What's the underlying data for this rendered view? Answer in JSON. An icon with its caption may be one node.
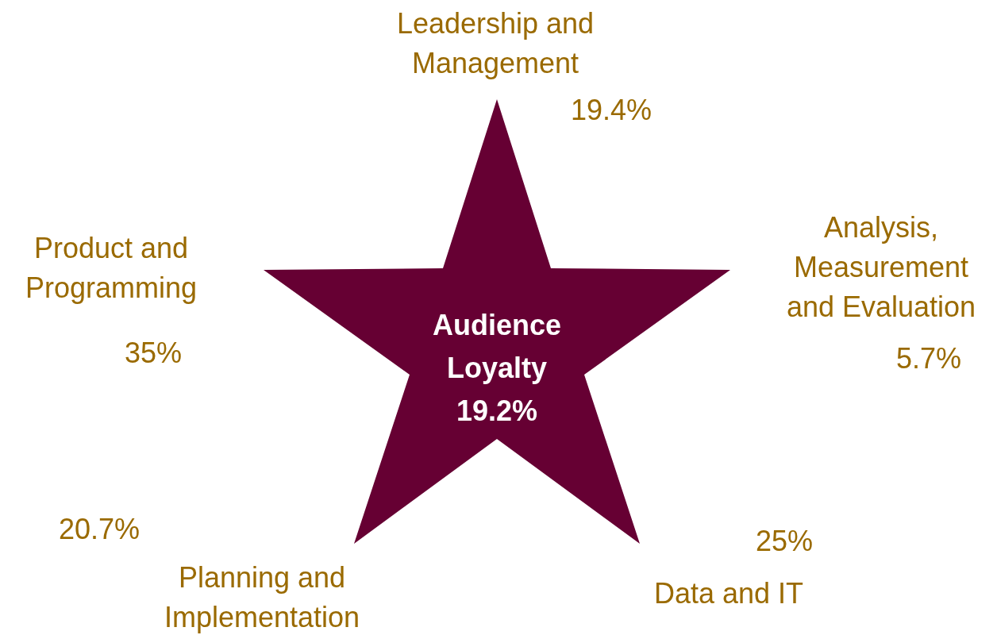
{
  "diagram": {
    "nodes": [
      {
        "text": [
          "Audience Loyalty",
          "19.2%"
        ]
      }
    ],
    "labels": [
      "Leadership and Management",
      "19.4%",
      "Analysis, Measurement and Evaluation",
      "Product and Programming",
      "35%",
      "5.7%",
      "20.7%",
      "25%",
      "Planning and Implementation",
      "Data and IT"
    ]
  }
}
